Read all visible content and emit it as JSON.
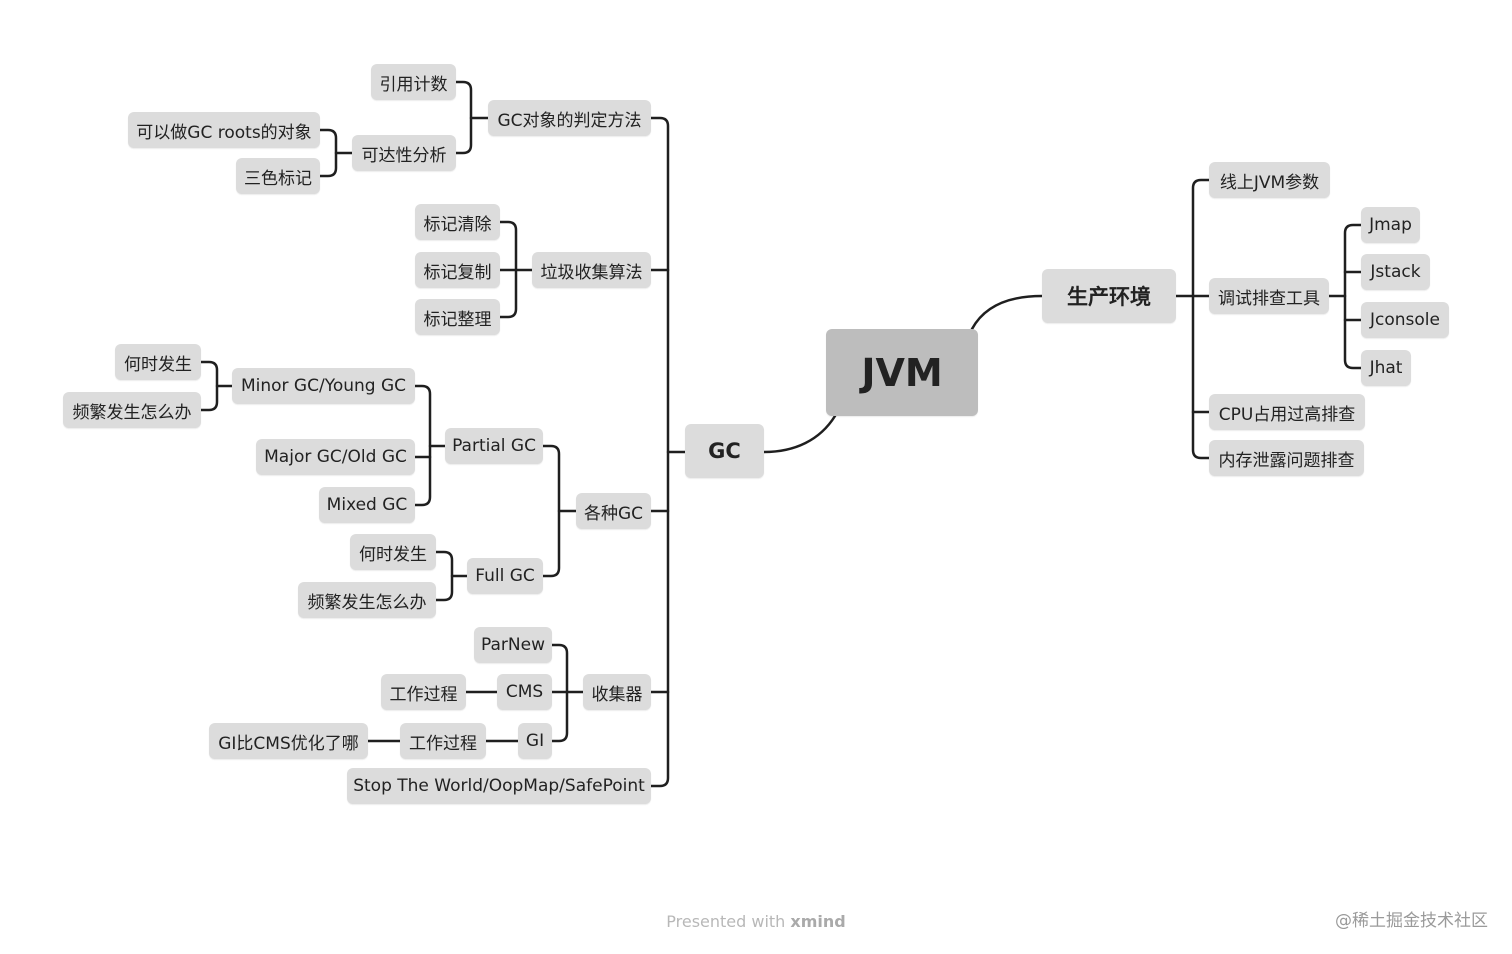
{
  "root": "JVM",
  "branches": {
    "gc": {
      "label": "GC",
      "judge": {
        "label": "GC对象的判定方法",
        "refcount": "引用计数",
        "reach": {
          "label": "可达性分析",
          "roots": "可以做GC roots的对象",
          "tricolor": "三色标记"
        }
      },
      "algo": {
        "label": "垃圾收集算法",
        "items": [
          "标记清除",
          "标记复制",
          "标记整理"
        ]
      },
      "kinds": {
        "label": "各种GC",
        "partial": {
          "label": "Partial GC",
          "minor": {
            "label": "Minor GC/Young GC",
            "when": "何时发生",
            "often": "频繁发生怎么办"
          },
          "major": "Major GC/Old GC",
          "mixed": "Mixed GC"
        },
        "full": {
          "label": "Full GC",
          "when": "何时发生",
          "often": "频繁发生怎么办"
        }
      },
      "collectors": {
        "label": "收集器",
        "parnew": "ParNew",
        "cms": {
          "label": "CMS",
          "process": "工作过程"
        },
        "g1": {
          "label": "GI",
          "process": "工作过程",
          "opt": "GI比CMS优化了哪"
        }
      },
      "stw": "Stop The World/OopMap/SafePoint"
    },
    "prod": {
      "label": "生产环境",
      "params": "线上JVM参数",
      "tools": {
        "label": "调试排查工具",
        "items": [
          "Jmap",
          "Jstack",
          "Jconsole",
          "Jhat"
        ]
      },
      "cpu": "CPU占用过高排查",
      "leak": "内存泄露问题排查"
    }
  },
  "footer": {
    "prefix": "Presented with ",
    "brand": "xmind"
  },
  "watermark": "@稀土掘金技术社区"
}
